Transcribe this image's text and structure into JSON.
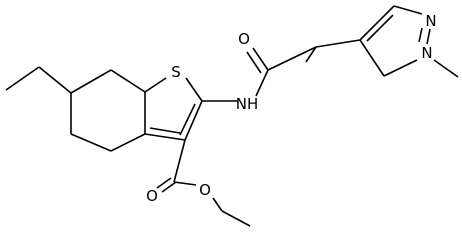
{
  "molecule": {
    "atoms": {
      "sulfur": "S",
      "amide_nitrogen": "NH",
      "amide_oxygen": "O",
      "ester_carbonyl_oxygen": "O",
      "ester_ether_oxygen": "O",
      "pyrazole_n1": "N",
      "pyrazole_n2": "N"
    },
    "colors": {
      "bond": "#000000",
      "label": "#000000",
      "background": "#ffffff"
    }
  }
}
